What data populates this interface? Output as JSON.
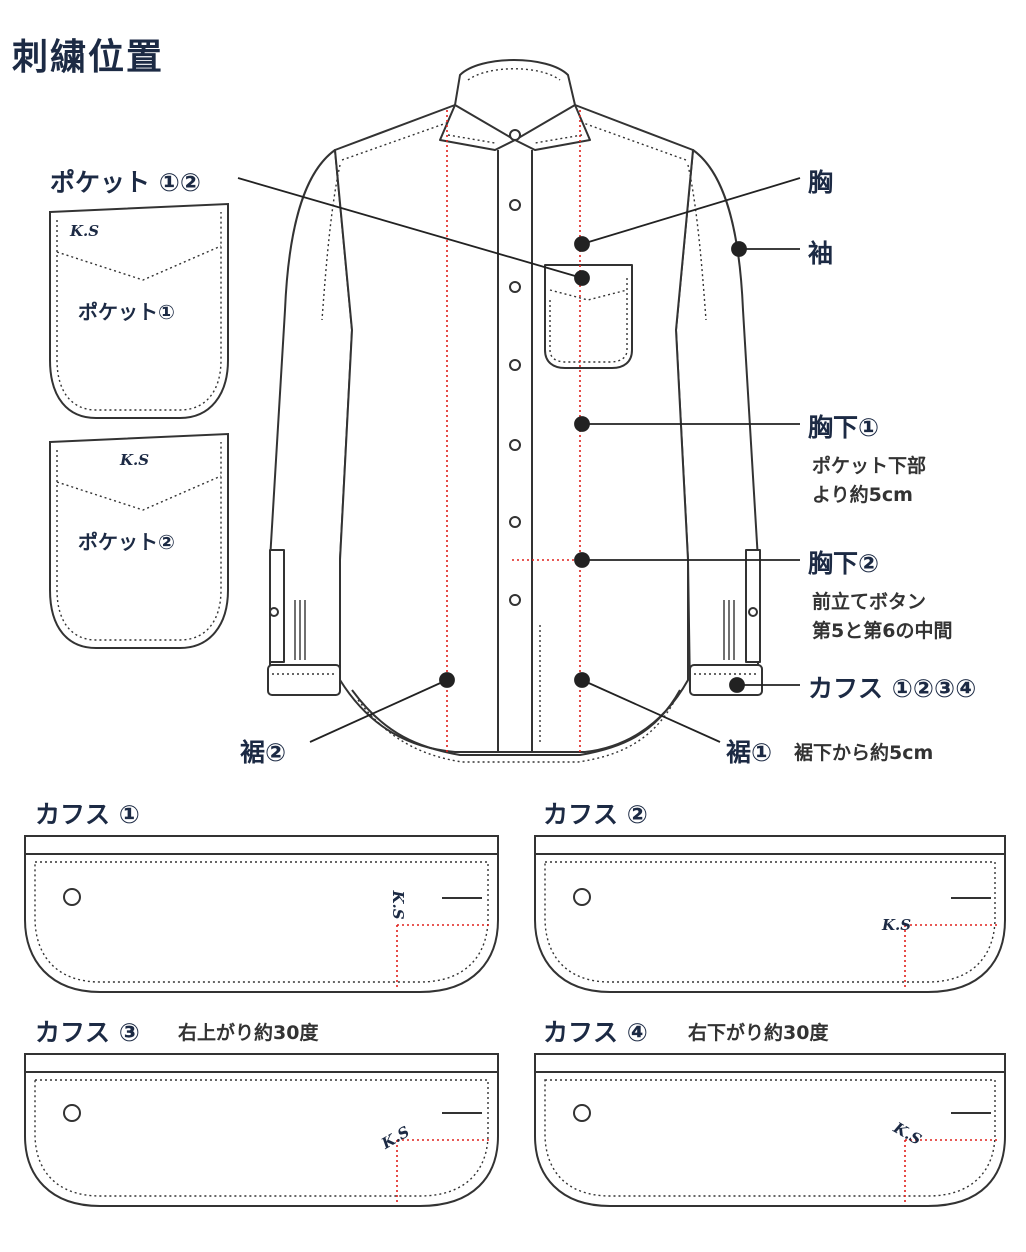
{
  "title": "刺繍位置",
  "labels": {
    "pocket": "ポケット ①②",
    "chest": "胸",
    "sleeve": "袖",
    "chest_below_1": "胸下①",
    "chest_below_1_note_1": "ポケット下部",
    "chest_below_1_note_2": "より約5cm",
    "chest_below_2": "胸下②",
    "chest_below_2_note_1": "前立てボタン",
    "chest_below_2_note_2": "第5と第6の中間",
    "cuffs": "カフス ①②③④",
    "hem_1": "裾①",
    "hem_1_note": "裾下から約5cm",
    "hem_2": "裾②"
  },
  "pockets": [
    {
      "label": "ポケット①",
      "monogram": "K.S"
    },
    {
      "label": "ポケット②",
      "monogram": "K.S"
    }
  ],
  "cuff_panels": [
    {
      "label": "カフス ①",
      "note": "",
      "monogram": "K.S",
      "angle": 90
    },
    {
      "label": "カフス ②",
      "note": "",
      "monogram": "K.S",
      "angle": 0
    },
    {
      "label": "カフス ③",
      "note": "右上がり約30度",
      "monogram": "K.S",
      "angle": -30
    },
    {
      "label": "カフス ④",
      "note": "右下がり約30度",
      "monogram": "K.S",
      "angle": 30
    }
  ],
  "colors": {
    "line": "#333333",
    "guide": "#e0201c",
    "text": "#1c2a44"
  }
}
